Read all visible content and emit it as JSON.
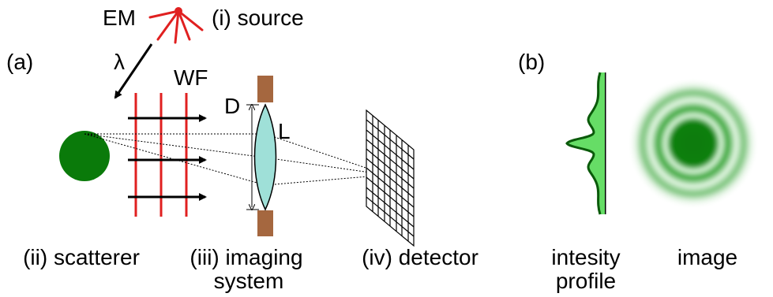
{
  "labels": {
    "em": "EM",
    "source": "(i) source",
    "panel_a": "(a)",
    "panel_b": "(b)",
    "lambda": "λ",
    "wf": "WF",
    "d": "D",
    "l": "L",
    "scatterer": "(ii) scatterer",
    "imaging_line1": "(iii) imaging",
    "imaging_line2": "system",
    "detector": "(iv) detector",
    "intensity_line1": "intesity",
    "intensity_line2": "profile",
    "image": "image"
  },
  "colors": {
    "source": "#e02020",
    "wavefront": "#e02020",
    "scatterer": "#0a7a0a",
    "lens": "#9fe0d8",
    "aperture": "#a5673f",
    "profile_fill": "#66dd66",
    "profile_line": "#0a5a0a",
    "image_center": "#0a7a0a"
  },
  "icons": {
    "source": "starburst-icon",
    "lens": "convex-lens-icon",
    "detector": "grid-detector-icon"
  }
}
